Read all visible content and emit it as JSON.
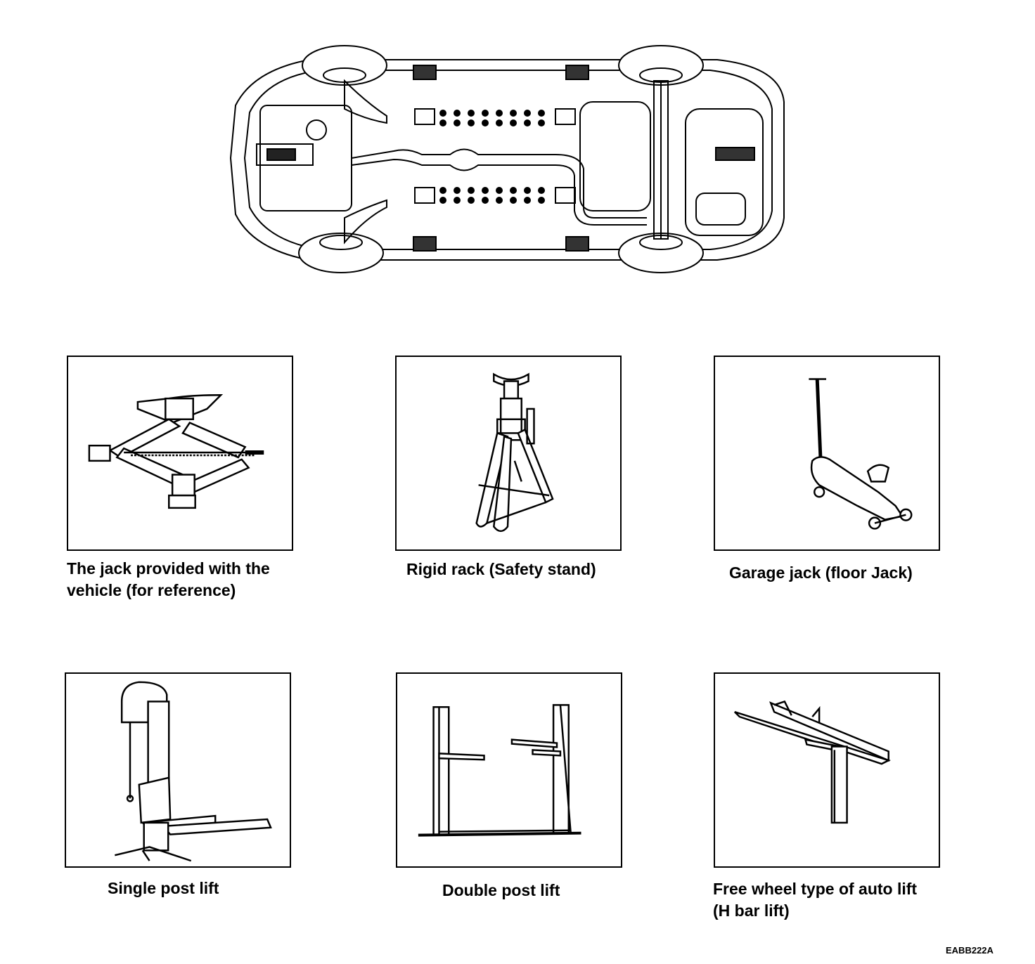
{
  "figure": {
    "code": "EABB222A",
    "vehicle_diagram": {
      "icon": "vehicle-underbody-icon"
    },
    "panels": [
      {
        "id": "scissor-jack",
        "icon": "scissor-jack-icon",
        "caption": "The jack provided with the\nvehicle (for reference)"
      },
      {
        "id": "safety-stand",
        "icon": "safety-stand-icon",
        "caption": "Rigid rack (Safety stand)"
      },
      {
        "id": "garage-jack",
        "icon": "floor-jack-icon",
        "caption": "Garage jack (floor Jack)"
      },
      {
        "id": "single-post-lift",
        "icon": "single-post-lift-icon",
        "caption": "Single post lift"
      },
      {
        "id": "double-post-lift",
        "icon": "double-post-lift-icon",
        "caption": "Double post lift"
      },
      {
        "id": "h-bar-lift",
        "icon": "h-bar-lift-icon",
        "caption": "Free wheel type of auto lift\n(H bar lift)"
      }
    ]
  }
}
